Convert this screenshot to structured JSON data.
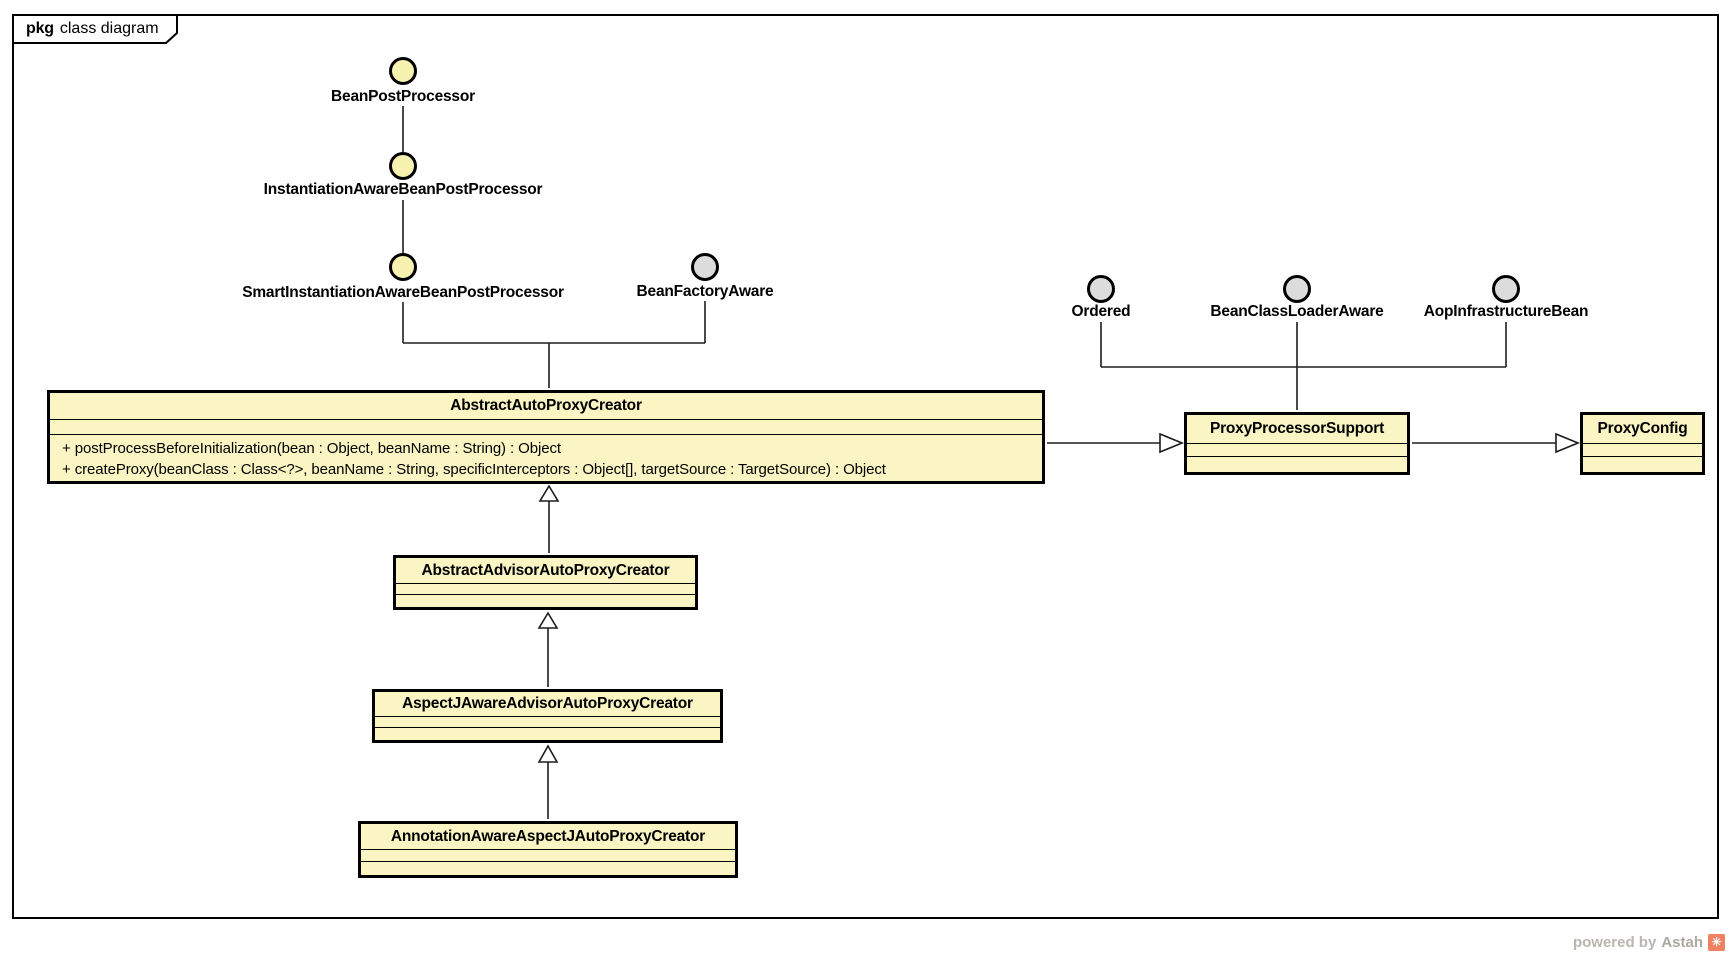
{
  "frame": {
    "tag_keyword": "pkg",
    "tag_title": "class diagram"
  },
  "interfaces": [
    {
      "label": "BeanPostProcessor",
      "style": "yellow"
    },
    {
      "label": "InstantiationAwareBeanPostProcessor",
      "style": "yellow"
    },
    {
      "label": "SmartInstantiationAwareBeanPostProcessor",
      "style": "yellow"
    },
    {
      "label": "BeanFactoryAware",
      "style": "gray"
    },
    {
      "label": "Ordered",
      "style": "gray"
    },
    {
      "label": "BeanClassLoaderAware",
      "style": "gray"
    },
    {
      "label": "AopInfrastructureBean",
      "style": "gray"
    }
  ],
  "classes": {
    "abstract_auto_proxy_creator": {
      "name": "AbstractAutoProxyCreator",
      "methods": [
        "+ postProcessBeforeInitialization(bean : Object, beanName : String) : Object",
        "+ createProxy(beanClass : Class<?>, beanName : String, specificInterceptors : Object[], targetSource : TargetSource) : Object"
      ]
    },
    "proxy_processor_support": {
      "name": "ProxyProcessorSupport"
    },
    "proxy_config": {
      "name": "ProxyConfig"
    },
    "abstract_advisor_auto_proxy_creator": {
      "name": "AbstractAdvisorAutoProxyCreator"
    },
    "aspectj_aware_advisor_auto_proxy_creator": {
      "name": "AspectJAwareAdvisorAutoProxyCreator"
    },
    "annotation_aware_aspectj_auto_proxy_creator": {
      "name": "AnnotationAwareAspectJAutoProxyCreator"
    }
  },
  "footer": {
    "powered_by": "powered by",
    "brand": "Astah",
    "logo_glyph": "✳"
  },
  "colors": {
    "class_fill": "#FAF5C3",
    "interface_yellow_fill": "#F8F2B0",
    "interface_gray_fill": "#DCDCDC",
    "line": "#1d1d1d",
    "footer_text": "#b9b5b0",
    "logo": "#F08262"
  }
}
